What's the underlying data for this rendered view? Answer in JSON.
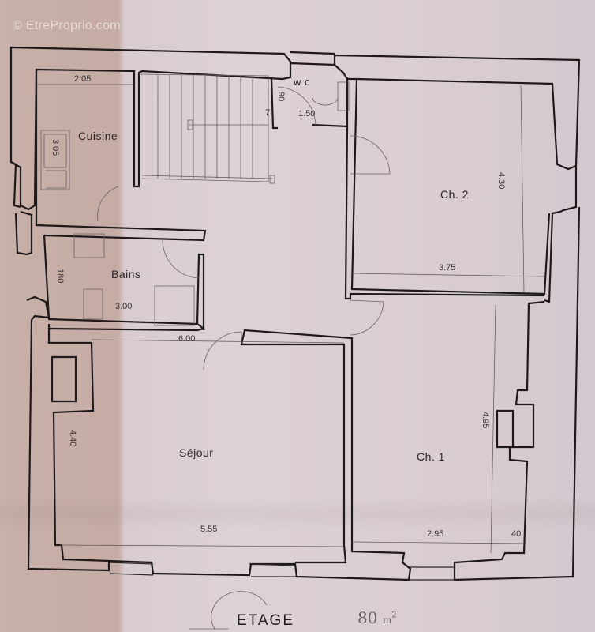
{
  "watermark": {
    "icon": "copyright-icon",
    "text": "© EtreProprio.com"
  },
  "plan": {
    "title": "ETAGE",
    "area_value": "80",
    "area_unit": "m",
    "area_exp": "2",
    "colors": {
      "wall": "#1e1a1c",
      "paper": "#d9cdd1",
      "fold_shadow": "#c6aca4"
    }
  },
  "rooms": {
    "cuisine": {
      "label": "Cuisine",
      "width": "2.05",
      "counter": "3.05"
    },
    "wc": {
      "label": "w c",
      "dim_v": "90",
      "dim_h": "1.50",
      "dim_small": "7"
    },
    "bains": {
      "label": "Bains",
      "dim_v": "180",
      "dim_h": "3.00"
    },
    "ch2": {
      "label": "Ch. 2",
      "dim_h": "3.75",
      "dim_v": "4.30"
    },
    "sejour": {
      "label": "Séjour",
      "dim_h": "5.55",
      "dim_v": "4.40",
      "dim_top": "6.00"
    },
    "ch1": {
      "label": "Ch. 1",
      "dim_h": "2.95",
      "dim_v": "4.95",
      "dim_small": "40"
    }
  }
}
